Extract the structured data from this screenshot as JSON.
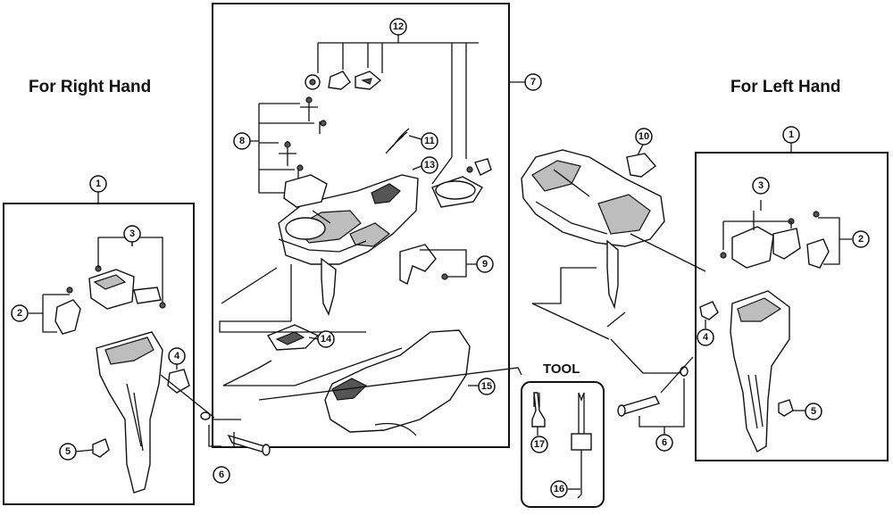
{
  "titles": {
    "right_hand": "For Right Hand",
    "left_hand": "For Left Hand",
    "tool": "TOOL"
  },
  "callouts": {
    "c1": "1",
    "c2": "2",
    "c3": "3",
    "c4": "4",
    "c5": "5",
    "c6": "6",
    "c7": "7",
    "c8": "8",
    "c9": "9",
    "c10": "10",
    "c11": "11",
    "c12": "12",
    "c13": "13",
    "c14": "14",
    "c15": "15",
    "c16": "16",
    "c17": "17"
  },
  "icons": {
    "shift-lever-body": "lever",
    "bracket-cover": "rubber-hood",
    "tool-fork": "y-tool",
    "tool-pin": "pin-tool"
  }
}
